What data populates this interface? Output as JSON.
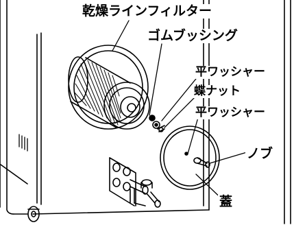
{
  "labels": {
    "filter": "乾燥ラインフィルター",
    "rubber_bushing": "ゴムブッシング",
    "flat_washer_1": "平ワッシャー",
    "wing_nut": "蝶ナット",
    "flat_washer_2": "平ワッシャー",
    "knob": "ノブ",
    "lid": "蓋"
  }
}
